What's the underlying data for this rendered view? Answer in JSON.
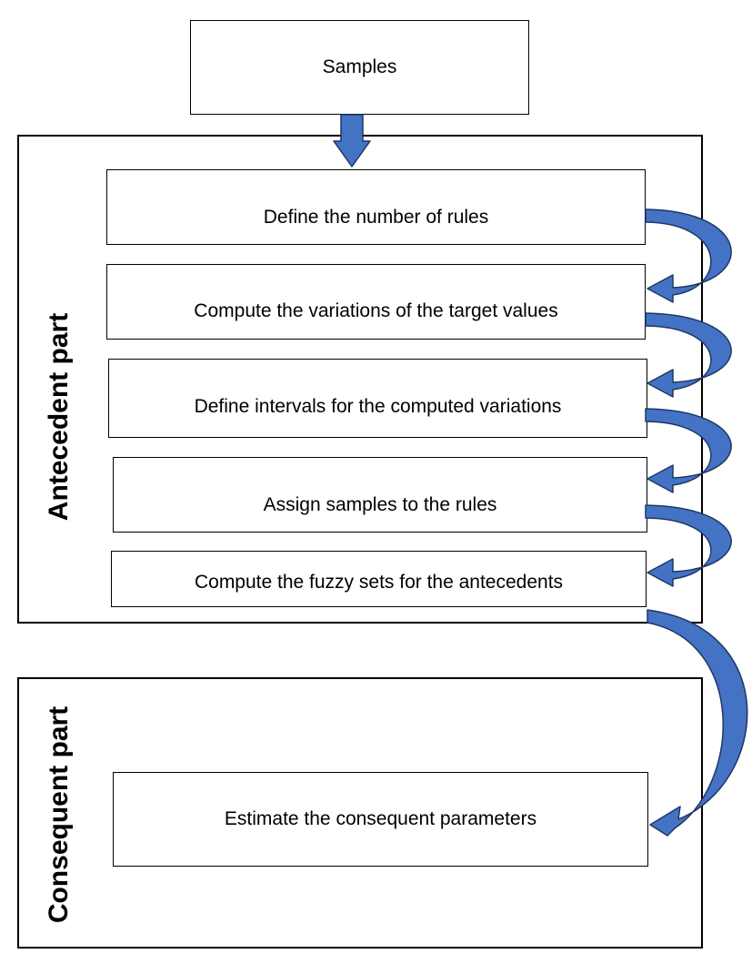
{
  "nodes": {
    "samples": "Samples",
    "define_rules": "Define the number of rules",
    "compute_variations": "Compute the variations of the target values",
    "define_intervals": "Define intervals for the computed variations",
    "assign_samples": "Assign samples to the rules",
    "compute_fuzzy": "Compute the fuzzy sets for the antecedents",
    "estimate_params": "Estimate the consequent parameters"
  },
  "sections": {
    "antecedent": "Antecedent part",
    "consequent": "Consequent part"
  },
  "colors": {
    "arrow_fill": "#4472c4",
    "arrow_stroke": "#1f3864",
    "border": "#000000"
  }
}
